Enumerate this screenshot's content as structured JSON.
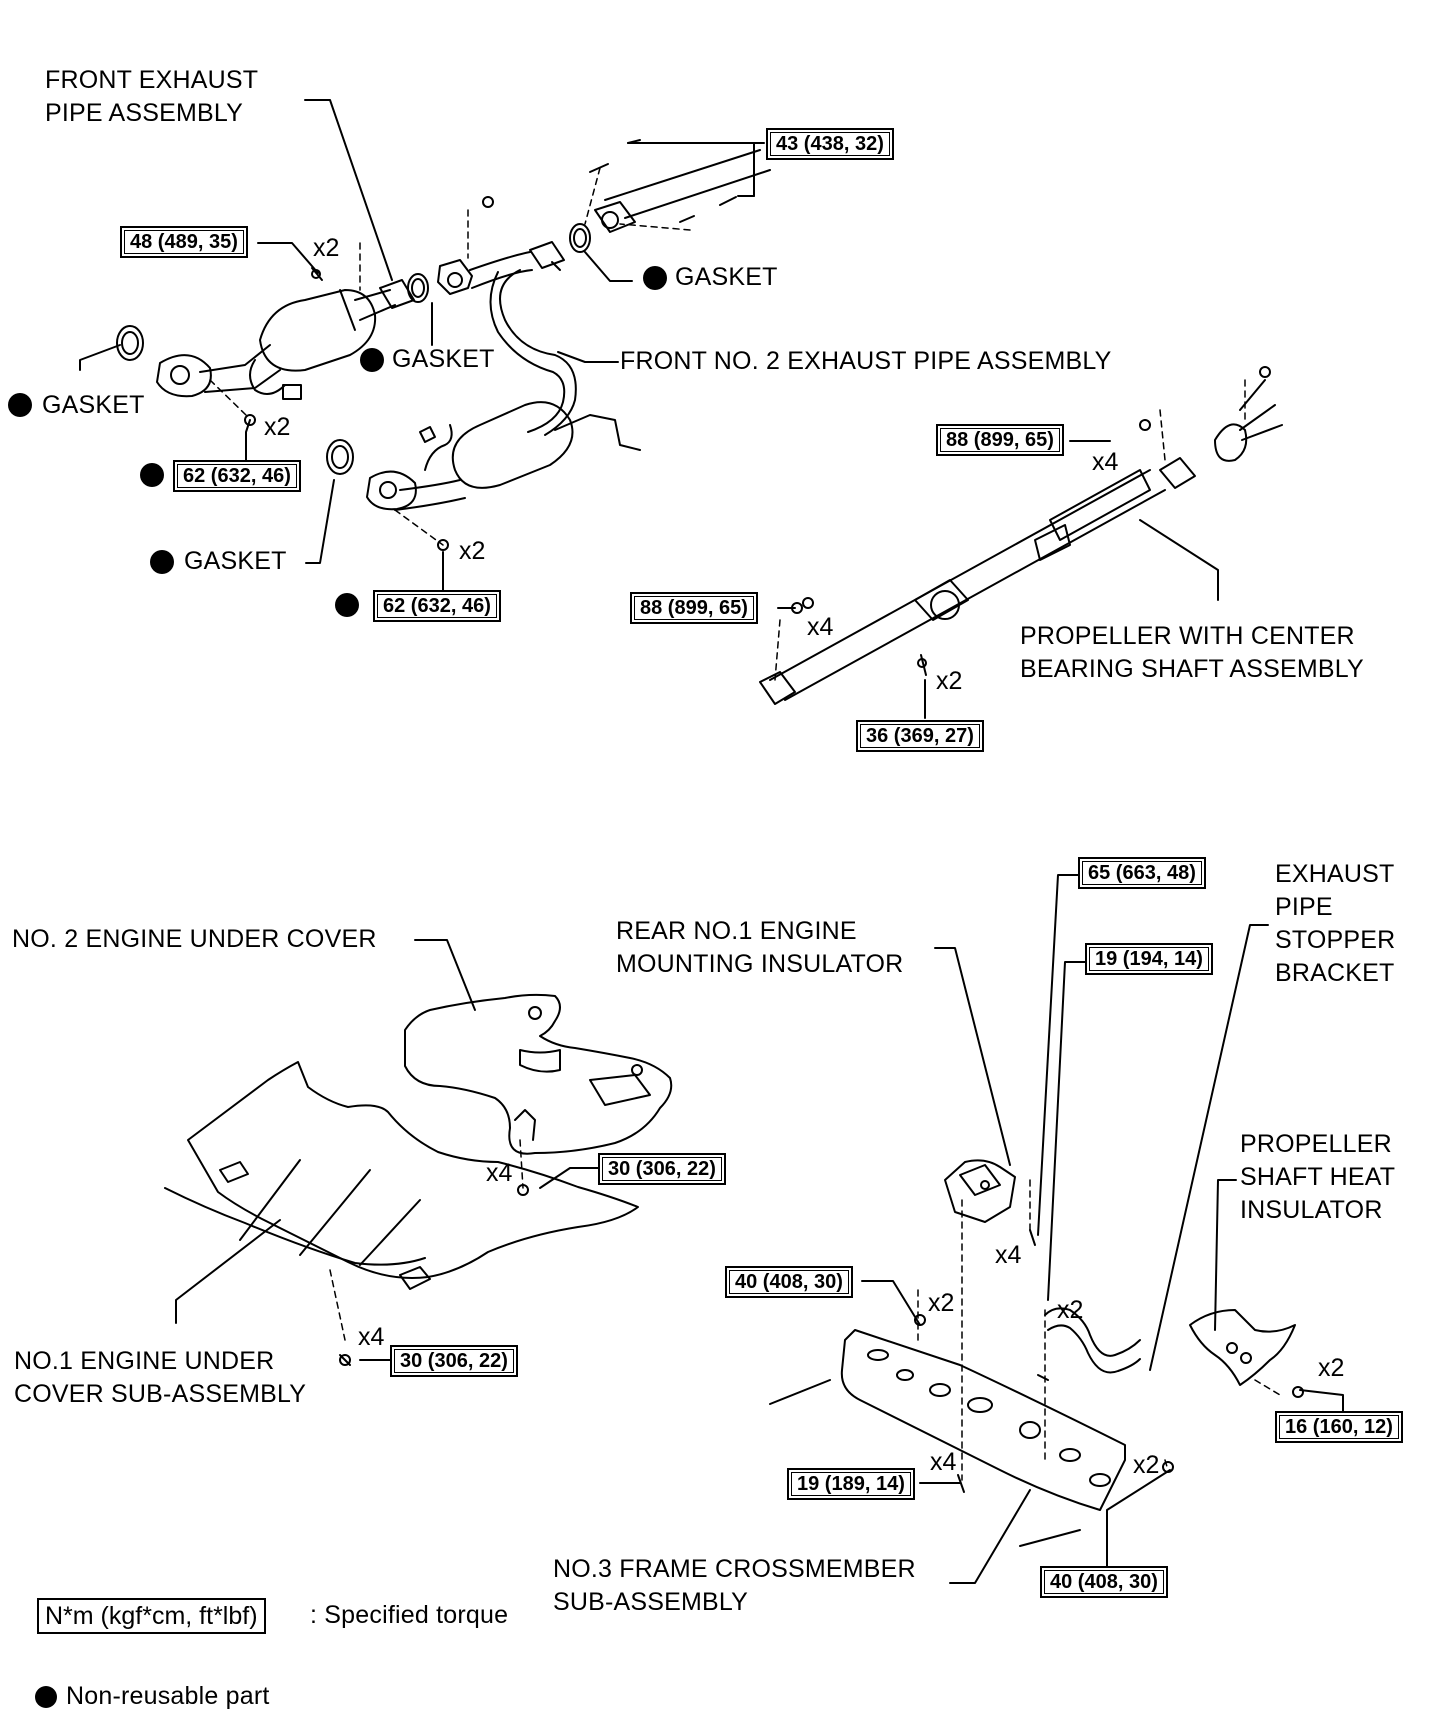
{
  "labels": {
    "front_exhaust_pipe": "FRONT EXHAUST\nPIPE ASSEMBLY",
    "front_no2_exhaust_pipe": "FRONT NO. 2 EXHAUST PIPE ASSEMBLY",
    "gasket": "GASKET",
    "propeller_shaft": "PROPELLER WITH CENTER\nBEARING SHAFT ASSEMBLY",
    "no2_engine_under_cover": "NO. 2 ENGINE UNDER COVER",
    "no1_engine_under_cover": "NO.1 ENGINE UNDER\nCOVER SUB-ASSEMBLY",
    "rear_mounting_insulator": "REAR NO.1 ENGINE\nMOUNTING INSULATOR",
    "exhaust_stopper_bracket": "EXHAUST\nPIPE\nSTOPPER\nBRACKET",
    "propeller_heat_insulator": "PROPELLER\nSHAFT HEAT\nINSULATOR",
    "no3_frame_crossmember": "NO.3 FRAME CROSSMEMBER\nSUB-ASSEMBLY"
  },
  "torques": {
    "t43": "43 (438, 32)",
    "t48": "48 (489, 35)",
    "t62a": "62 (632, 46)",
    "t62b": "62 (632, 46)",
    "t88a": "88 (899, 65)",
    "t88b": "88 (899, 65)",
    "t36": "36 (369, 27)",
    "t65": "65 (663, 48)",
    "t19a": "19 (194, 14)",
    "t30a": "30 (306, 22)",
    "t30b": "30 (306, 22)",
    "t40a": "40 (408, 30)",
    "t40b": "40 (408, 30)",
    "t19b": "19 (189, 14)",
    "t16": "16 (160, 12)"
  },
  "multipliers": {
    "x2": "x2",
    "x4": "x4"
  },
  "legend": {
    "torque_unit": "N*m (kgf*cm, ft*lbf)",
    "torque_desc": ": Specified torque",
    "non_reusable": "Non-reusable part"
  }
}
